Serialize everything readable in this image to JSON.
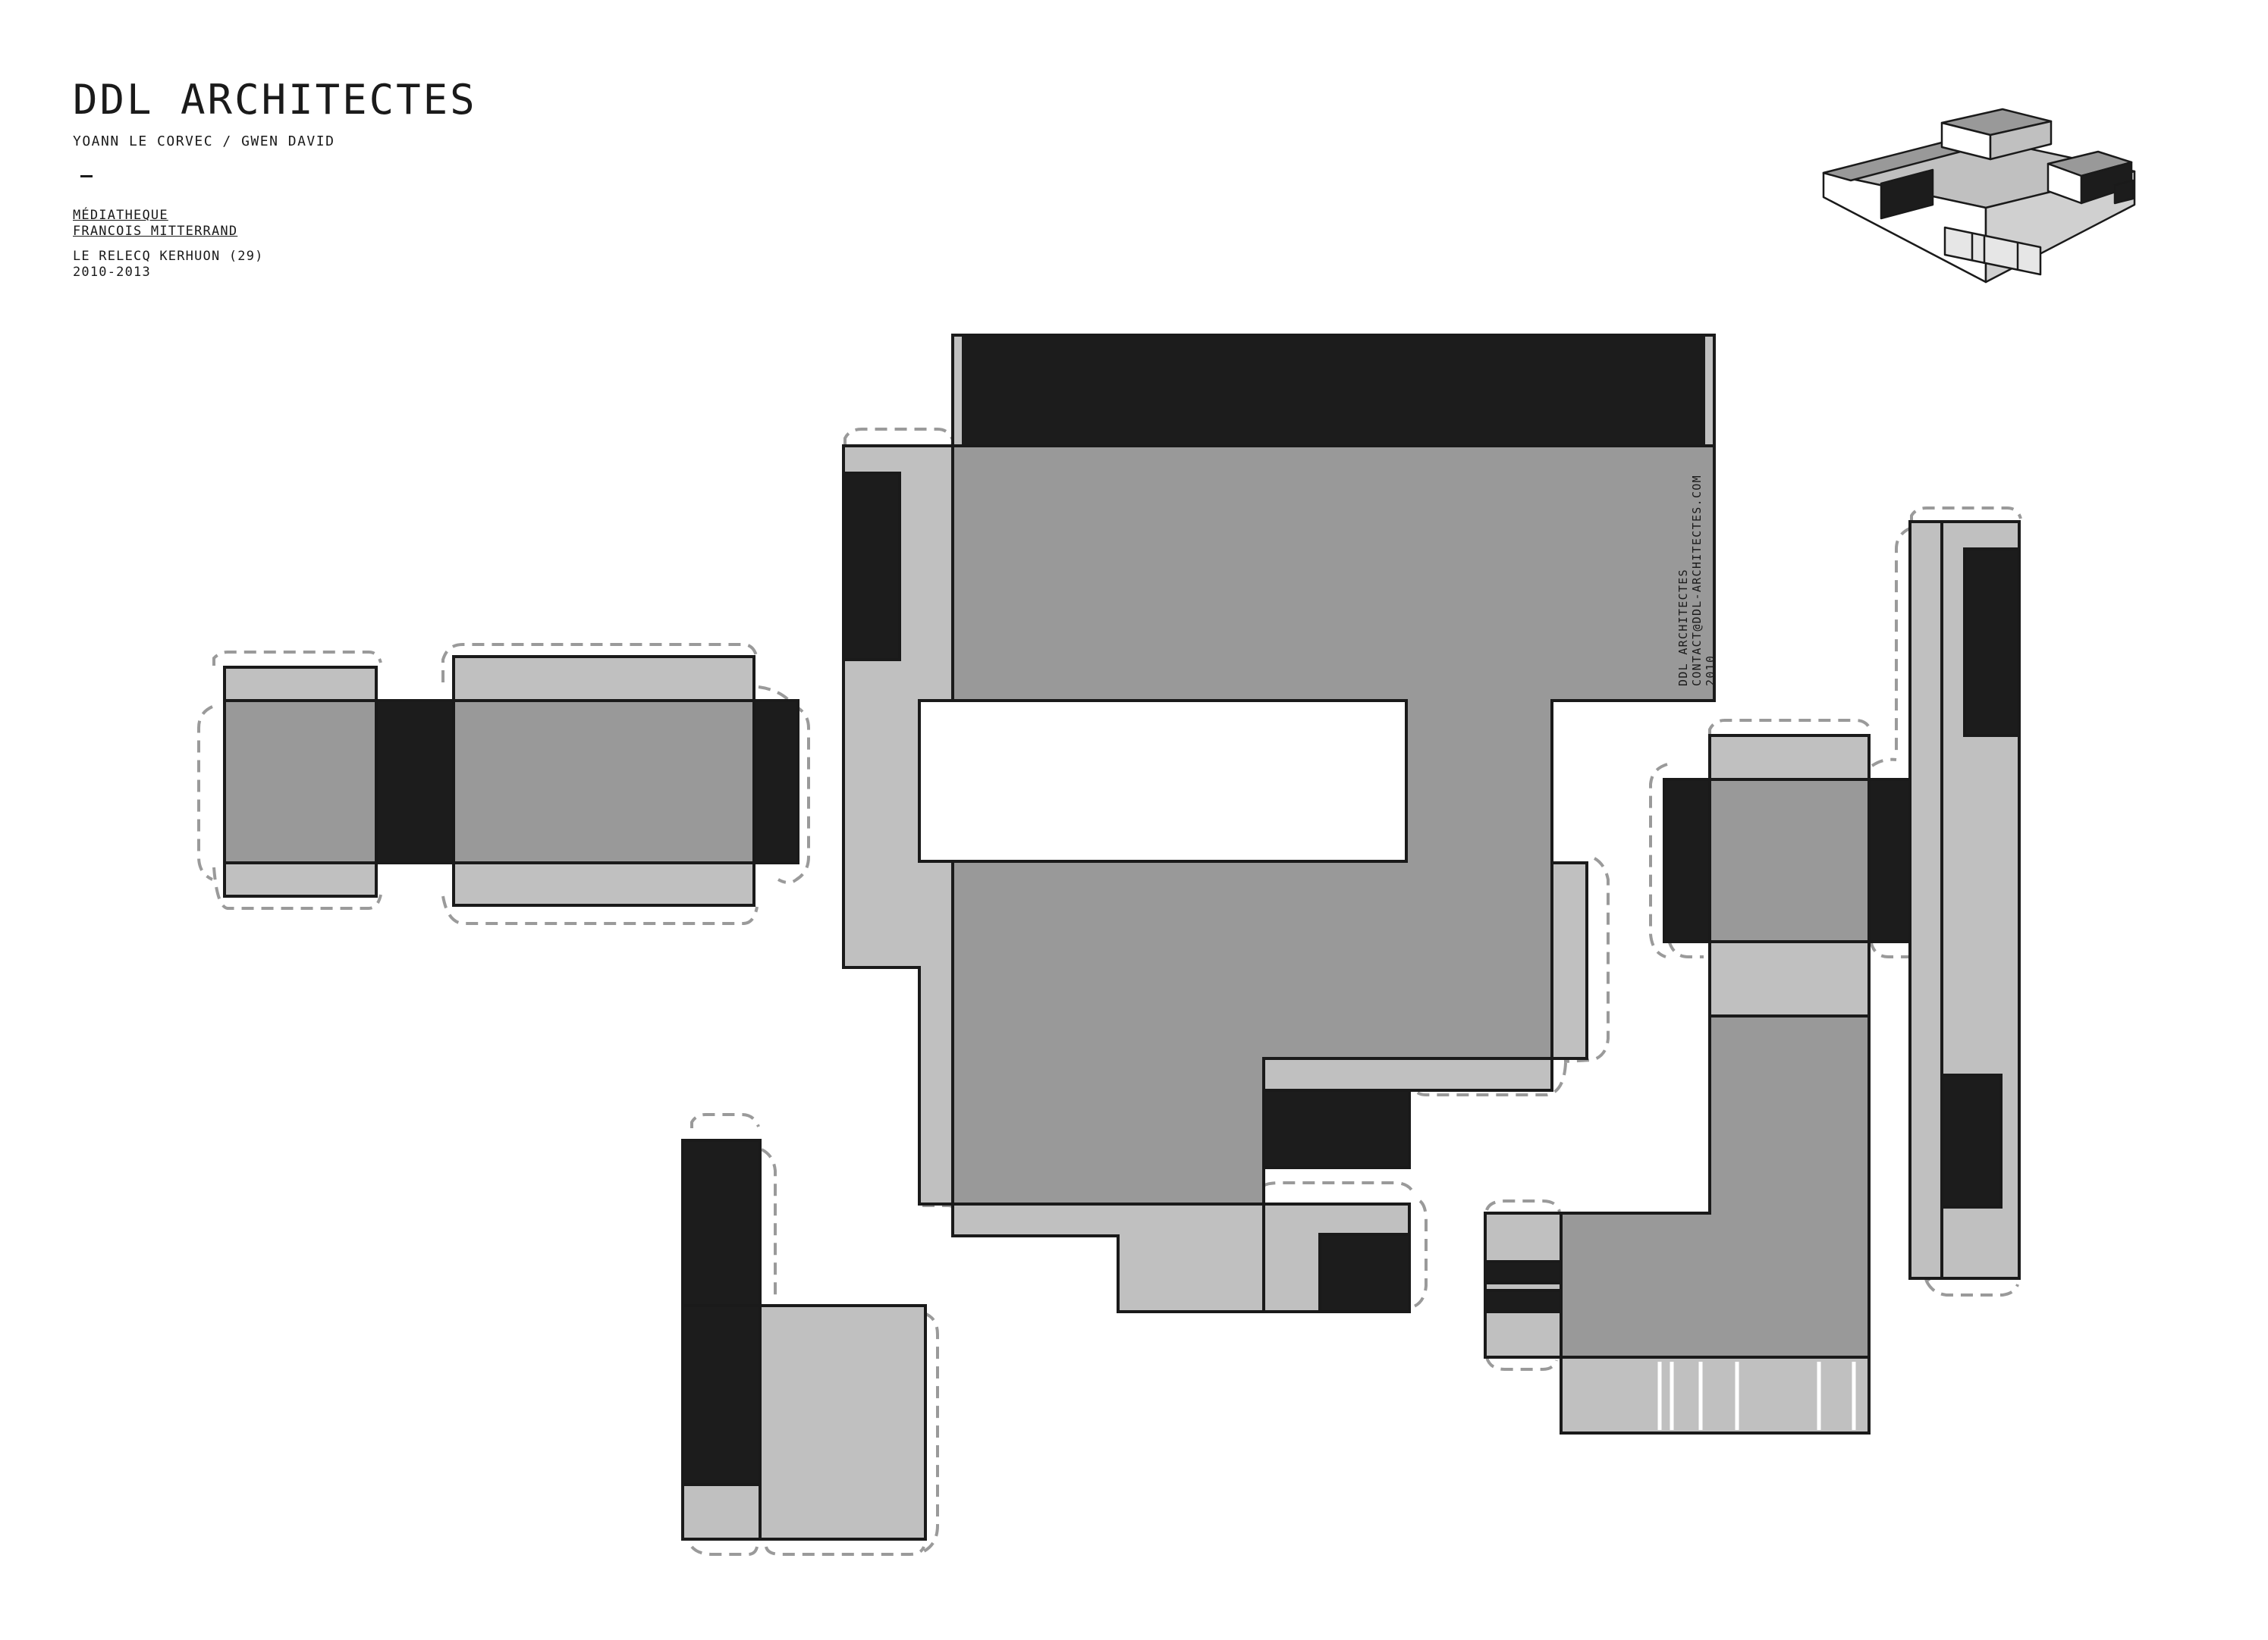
{
  "header": {
    "firm_name": "DDL ARCHITECTES",
    "architects": "YOANN LE CORVEC / GWEN DAVID",
    "project_line1": "MÉDIATHEQUE",
    "project_line2": "FRANCOIS MITTERRAND",
    "location": "LE RELECQ KERHUON (29)",
    "years": "2010-2013"
  },
  "credit": {
    "line1": "DDL ARCHITECTES",
    "line2": "CONTACT@DDL-ARCHITECTES.COM",
    "line3": "2010"
  },
  "colors": {
    "dark": "#1c1c1c",
    "mid_gray": "#999999",
    "light_gray": "#c0c0c0",
    "outline": "#1a1a1a",
    "fold_dash": "#9a9a9a"
  }
}
